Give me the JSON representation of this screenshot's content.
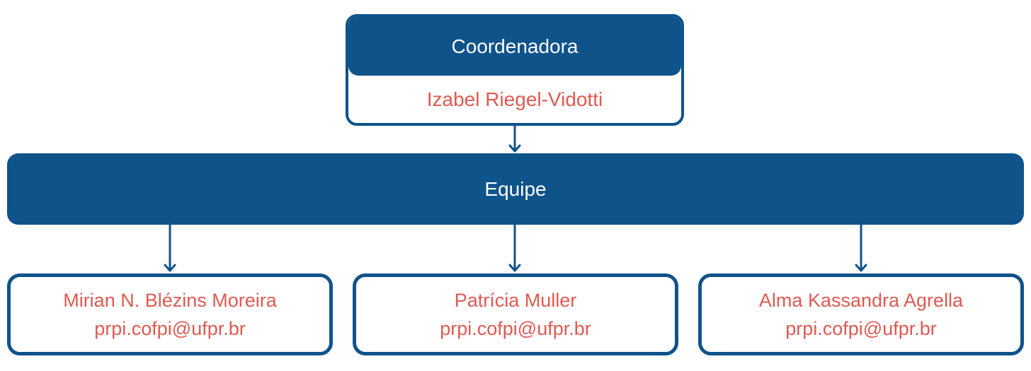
{
  "org_chart": {
    "root": {
      "title": "Coordenadora",
      "name": "Izabel Riegel-Vidotti"
    },
    "team": {
      "label": "Equipe"
    },
    "members": [
      {
        "name": "Mirian N. Blézins Moreira",
        "email": "prpi.cofpi@ufpr.br"
      },
      {
        "name": "Patrícia Muller",
        "email": "prpi.cofpi@ufpr.br"
      },
      {
        "name": "Alma Kassandra Agrella",
        "email": "prpi.cofpi@ufpr.br"
      }
    ],
    "colors": {
      "primary_blue": "#0F538B",
      "accent_coral": "#E05A52",
      "background": "#FFFFFF"
    }
  }
}
